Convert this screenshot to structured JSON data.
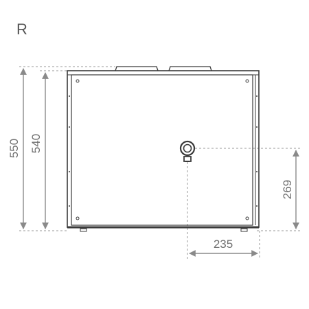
{
  "view_label": "R",
  "dimensions": {
    "overall_height": "550",
    "body_height": "540",
    "outlet_height": "269",
    "outlet_offset": "235"
  },
  "colors": {
    "outline": "#3a3a3a",
    "dimension": "#8a8a8a",
    "text": "#6f6f6f"
  }
}
